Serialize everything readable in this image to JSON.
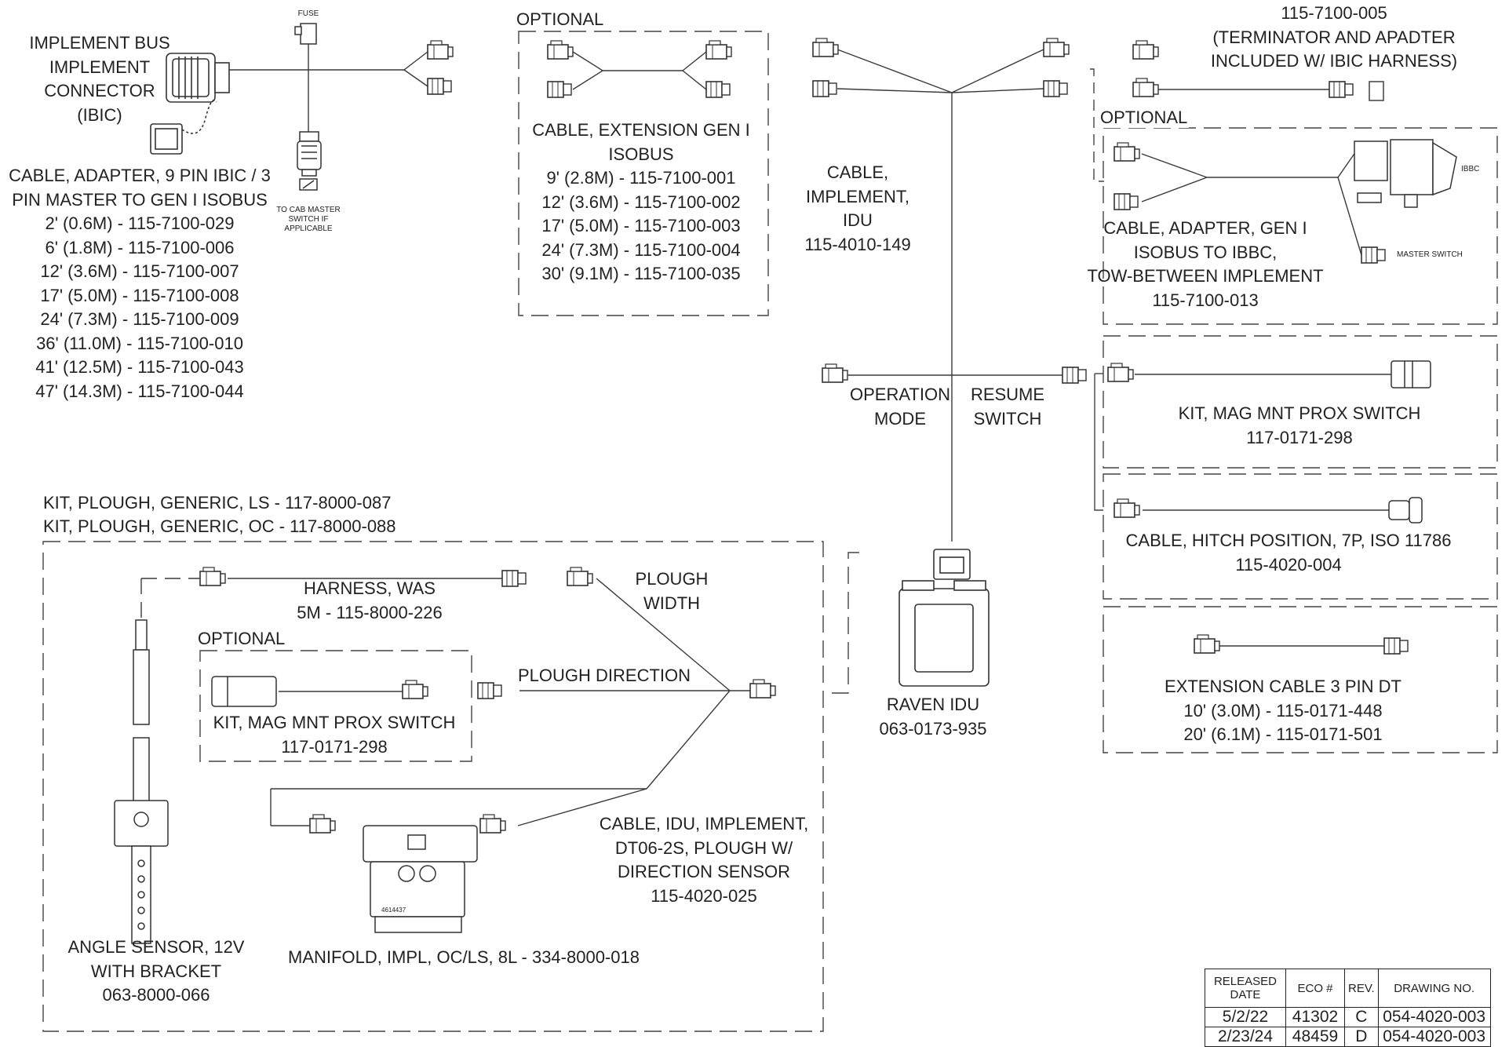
{
  "labels": {
    "ibic": [
      "IMPLEMENT BUS",
      "IMPLEMENT",
      "CONNECTOR",
      "(IBIC)"
    ],
    "fuse": "FUSE",
    "cab_switch": [
      "TO CAB MASTER",
      "SWITCH IF",
      "APPLICABLE"
    ],
    "adapter_cable": [
      "CABLE, ADAPTER, 9 PIN IBIC / 3",
      "PIN MASTER TO GEN I ISOBUS",
      "2' (0.6M) - 115-7100-029",
      "6' (1.8M) - 115-7100-006",
      "12' (3.6M) - 115-7100-007",
      "17' (5.0M) - 115-7100-008",
      "24' (7.3M) - 115-7100-009",
      "36' (11.0M) - 115-7100-010",
      "41' (12.5M) - 115-7100-043",
      "47' (14.3M) - 115-7100-044"
    ],
    "optional": "OPTIONAL",
    "extension_gen1": [
      "CABLE, EXTENSION GEN I",
      "ISOBUS",
      "9' (2.8M) - 115-7100-001",
      "12' (3.6M) - 115-7100-002",
      "17' (5.0M) - 115-7100-003",
      "24' (7.3M) - 115-7100-004",
      "30' (9.1M) - 115-7100-035"
    ],
    "implement_idu": [
      "CABLE,",
      "IMPLEMENT,",
      "IDU",
      "115-4010-149"
    ],
    "terminator": [
      "115-7100-005",
      "(TERMINATOR AND APADTER",
      "INCLUDED W/ IBIC HARNESS)"
    ],
    "ibbc_tag": "IBBC",
    "master_switch": "MASTER SWITCH",
    "adapter_ibbc": [
      "CABLE, ADAPTER, GEN I",
      "ISOBUS TO IBBC,",
      "TOW-BETWEEN IMPLEMENT",
      "115-7100-013"
    ],
    "operation_mode": [
      "OPERATION",
      "MODE"
    ],
    "resume_switch": [
      "RESUME",
      "SWITCH"
    ],
    "mag_prox_kit": [
      "KIT, MAG MNT PROX SWITCH",
      "117-0171-298"
    ],
    "hitch_position": [
      "CABLE, HITCH POSITION, 7P, ISO 11786",
      "115-4020-004"
    ],
    "extension_3pin": [
      "EXTENSION CABLE 3 PIN DT",
      "10' (3.0M) - 115-0171-448",
      "20' (6.1M) - 115-0171-501"
    ],
    "plough_kits": [
      "KIT, PLOUGH, GENERIC, LS - 117-8000-087",
      "KIT, PLOUGH, GENERIC, OC - 117-8000-088"
    ],
    "harness_was": [
      "HARNESS, WAS",
      "5M - 115-8000-226"
    ],
    "plough_width": [
      "PLOUGH",
      "WIDTH"
    ],
    "plough_direction": "PLOUGH DIRECTION",
    "mag_prox_kit_2": [
      "KIT, MAG MNT PROX SWITCH",
      "117-0171-298"
    ],
    "raven_idu": [
      "RAVEN IDU",
      "063-0173-935"
    ],
    "cable_idu_impl": [
      "CABLE, IDU, IMPLEMENT,",
      "DT06-2S, PLOUGH W/",
      "DIRECTION SENSOR",
      "115-4020-025"
    ],
    "angle_sensor": [
      "ANGLE SENSOR, 12V",
      "WITH BRACKET",
      "063-8000-066"
    ],
    "manifold": "MANIFOLD, IMPL, OC/LS, 8L - 334-8000-018",
    "manifold_part": "4614437"
  },
  "title_block": {
    "headers": [
      "RELEASED DATE",
      "ECO #",
      "REV.",
      "DRAWING NO."
    ],
    "rows": [
      [
        "5/2/22",
        "41302",
        "C",
        "054-4020-003"
      ],
      [
        "2/23/24",
        "48459",
        "D",
        "054-4020-003"
      ]
    ]
  },
  "colors": {
    "line": "#3a3a3a",
    "text": "#222222",
    "background": "#ffffff"
  }
}
